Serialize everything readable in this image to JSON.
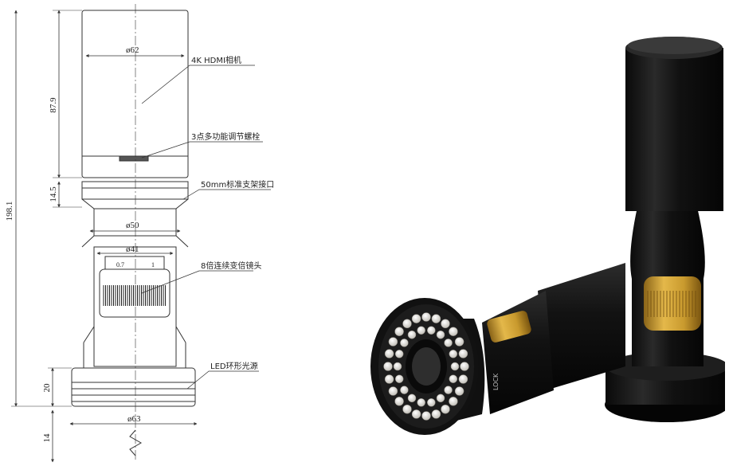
{
  "drawing": {
    "dimensions": {
      "top_diameter": "ø62",
      "mid_diameter": "ø50",
      "lens_diameter": "ø41",
      "base_diameter": "ø63",
      "camera_height": "87.9",
      "mount_height": "14.5",
      "total_height": "198.1",
      "light_height": "20",
      "bottom_height": "14"
    },
    "callouts": {
      "camera": "4K HDMI相机",
      "fine_focus": "3点多功能调节螺栓",
      "mount": "50mm标准支架接口",
      "zoom_lens": "8倍连续变倍镜头",
      "led_ring": "LED环形光源"
    },
    "zoom_scale": {
      "min": "0.7",
      "max": "1"
    }
  },
  "photo": {
    "brand_text": "LOCK"
  },
  "colors": {
    "line": "#333333",
    "body_black": "#141414",
    "knob_gold": "#c99a2e",
    "led_white": "#e8e6e0"
  }
}
